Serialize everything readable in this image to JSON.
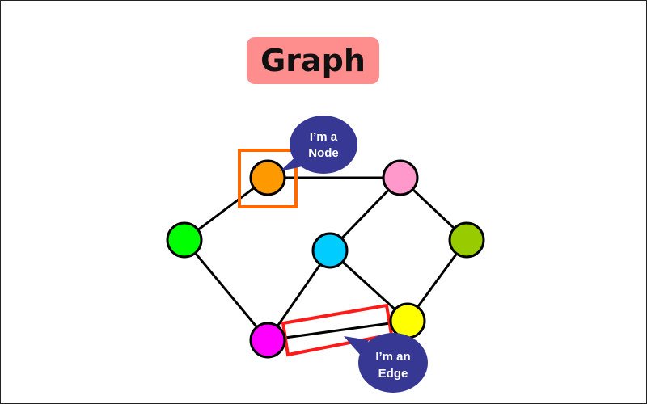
{
  "title": "Graph",
  "callouts": {
    "node": [
      "I’m a",
      "Node"
    ],
    "edge": [
      "I’m an",
      "Edge"
    ]
  },
  "colors": {
    "title_bg": "#fe8d8d",
    "callout": "#363894",
    "node_highlight": "#ff6a00",
    "edge_highlight": "#ff1a1a",
    "nodes": [
      "#ff9900",
      "#ff99cc",
      "#00ff00",
      "#00ccff",
      "#99cc00",
      "#ff00ff",
      "#ffff00"
    ]
  },
  "graph": {
    "nodes": [
      "orange",
      "pink",
      "green",
      "cyan",
      "olive",
      "magenta",
      "yellow"
    ],
    "edges": [
      [
        "orange",
        "pink"
      ],
      [
        "orange",
        "green"
      ],
      [
        "green",
        "magenta"
      ],
      [
        "pink",
        "cyan"
      ],
      [
        "pink",
        "olive"
      ],
      [
        "cyan",
        "magenta"
      ],
      [
        "cyan",
        "yellow"
      ],
      [
        "olive",
        "yellow"
      ],
      [
        "magenta",
        "yellow"
      ]
    ]
  }
}
